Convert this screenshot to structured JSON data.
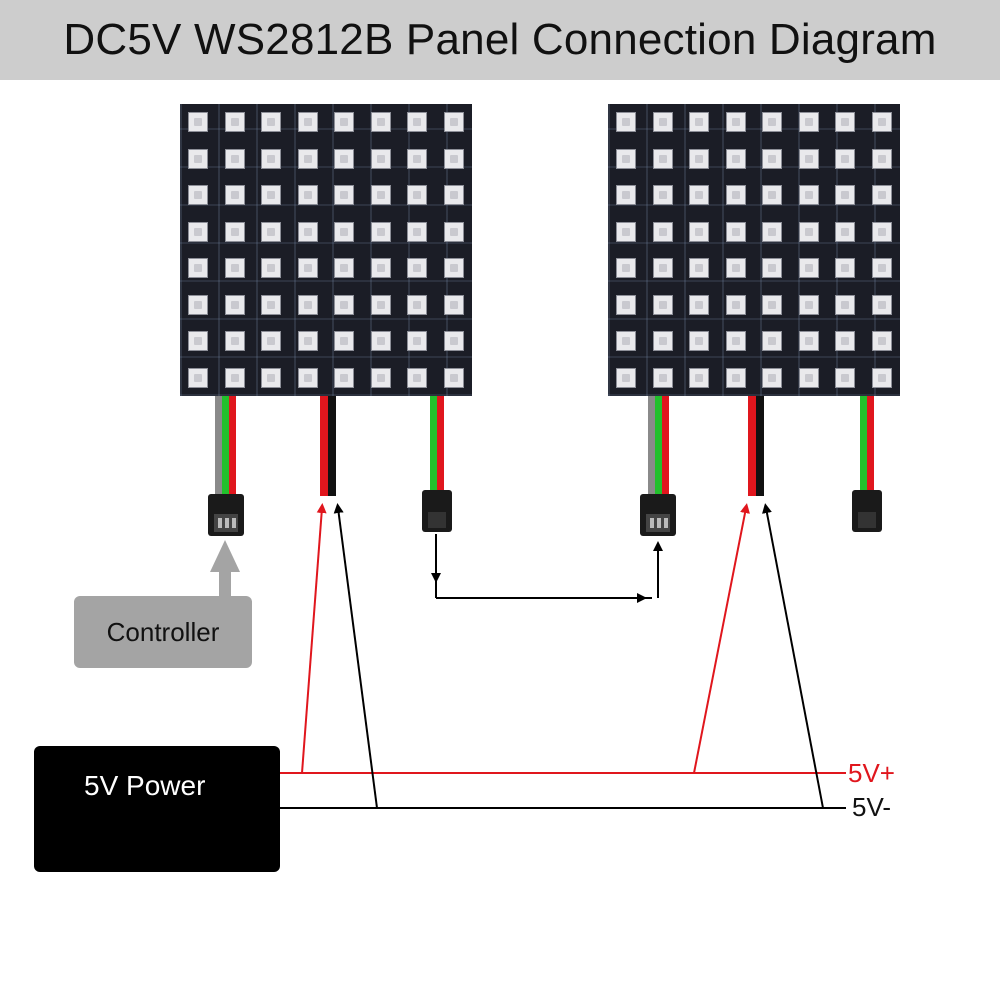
{
  "title": "DC5V WS2812B Panel Connection Diagram",
  "controller": {
    "label": "Controller"
  },
  "power": {
    "label": "5V Power"
  },
  "rails": {
    "positive": "5V+",
    "negative": "5V-"
  },
  "colors": {
    "header_bg": "#cdcdcd",
    "positive_wire": "#e0161d",
    "negative_wire": "#000000",
    "data_wire": "#22c02c",
    "controller_bg": "#a4a4a4",
    "power_bg": "#000000",
    "controller_arrow": "#a4a4a4"
  },
  "panels": [
    {
      "name": "panel-1",
      "rows": 8,
      "cols": 8
    },
    {
      "name": "panel-2",
      "rows": 8,
      "cols": 8
    }
  ]
}
